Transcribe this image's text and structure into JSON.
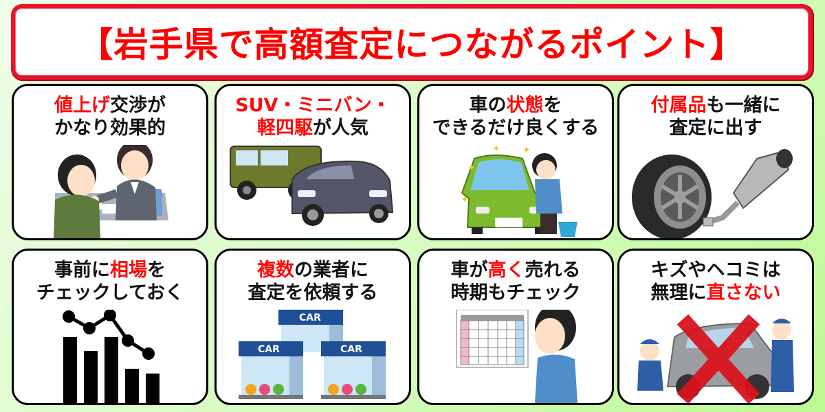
{
  "banner": {
    "title": "【岩手県で高額査定につながるポイント】",
    "border_color": "#e8132c",
    "text_color": "#ff0000"
  },
  "colors": {
    "highlight": "#ff0a0a",
    "text": "#111111",
    "card_border": "#000000",
    "background_start": "#f0fde9",
    "background_end": "#bdf994"
  },
  "cards": [
    {
      "id": "negotiation",
      "line1": [
        {
          "text": "値上げ",
          "highlight": true
        },
        {
          "text": "交渉が",
          "highlight": false
        }
      ],
      "line2": [
        {
          "text": "かなり効果的",
          "highlight": false
        }
      ],
      "illustration": "customer-and-staff-negotiating-icon"
    },
    {
      "id": "popular-vehicles",
      "line1": [
        {
          "text": "SUV・ミニバン・",
          "highlight": true
        }
      ],
      "line2": [
        {
          "text": "軽四駆",
          "highlight": true
        },
        {
          "text": "が人気",
          "highlight": false
        }
      ],
      "illustration": "suv-and-minivan-icon"
    },
    {
      "id": "car-condition",
      "line1": [
        {
          "text": "車の",
          "highlight": false
        },
        {
          "text": "状態",
          "highlight": true
        },
        {
          "text": "を",
          "highlight": false
        }
      ],
      "line2": [
        {
          "text": "できるだけ良くする",
          "highlight": false
        }
      ],
      "illustration": "man-washing-green-car-icon"
    },
    {
      "id": "accessories",
      "line1": [
        {
          "text": "付属品",
          "highlight": true
        },
        {
          "text": "も一緒に",
          "highlight": false
        }
      ],
      "line2": [
        {
          "text": "査定に出す",
          "highlight": false
        }
      ],
      "illustration": "tire-and-muffler-icon"
    },
    {
      "id": "market-price",
      "line1": [
        {
          "text": "事前に",
          "highlight": false
        },
        {
          "text": "相場",
          "highlight": true
        },
        {
          "text": "を",
          "highlight": false
        }
      ],
      "line2": [
        {
          "text": "チェックしておく",
          "highlight": false
        }
      ],
      "illustration": "bar-and-line-chart-icon"
    },
    {
      "id": "multiple-dealers",
      "line1": [
        {
          "text": "複数",
          "highlight": true
        },
        {
          "text": "の業者に",
          "highlight": false
        }
      ],
      "line2": [
        {
          "text": "査定を依頼する",
          "highlight": false
        }
      ],
      "illustration": "three-car-dealerships-icon",
      "shop_sign": "CAR"
    },
    {
      "id": "selling-season",
      "line1": [
        {
          "text": "車が",
          "highlight": false
        },
        {
          "text": "高く",
          "highlight": true
        },
        {
          "text": "売れる",
          "highlight": false
        }
      ],
      "line2": [
        {
          "text": "時期もチェック",
          "highlight": false
        }
      ],
      "illustration": "man-looking-at-calendar-icon"
    },
    {
      "id": "no-repairs",
      "line1": [
        {
          "text": "キズやヘコミは",
          "highlight": false
        }
      ],
      "line2": [
        {
          "text": "無理に",
          "highlight": false
        },
        {
          "text": "直さない",
          "highlight": true
        }
      ],
      "illustration": "mechanics-repairing-car-crossed-out-icon"
    }
  ]
}
